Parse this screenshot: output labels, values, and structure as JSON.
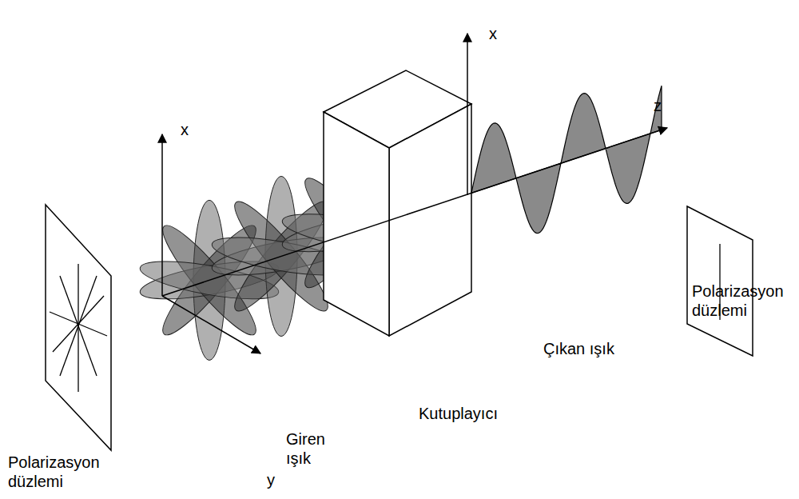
{
  "diagram": {
    "labels": [
      "Polarizasyon düzlemi",
      "y",
      "Giren ışık",
      "x",
      "Kutuplayıcı",
      "x",
      "z",
      "Çıkan ışık",
      "Polarizasyon düzlemi"
    ]
  }
}
